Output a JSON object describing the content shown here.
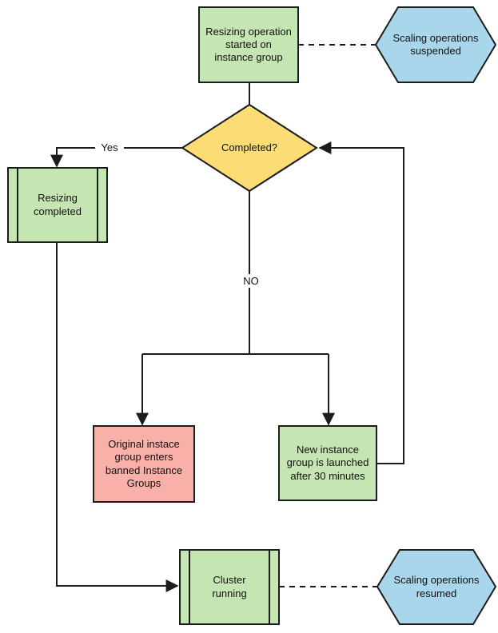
{
  "diagram": {
    "type": "flowchart",
    "colors": {
      "process_fill": "#c5e5b2",
      "decision_fill": "#fcdc74",
      "event_fill": "#aad6eb",
      "error_fill": "#f9b0a9",
      "stroke": "#1c1c1c",
      "background": "#ffffff"
    },
    "nodes": {
      "resizing_started": {
        "shape": "process",
        "label": "Resizing operation\nstarted on\ninstance group"
      },
      "scaling_suspended": {
        "shape": "hexagon",
        "label": "Scaling operations\nsuspended"
      },
      "completed": {
        "shape": "decision",
        "label": "Completed?"
      },
      "resizing_completed": {
        "shape": "predefined-process",
        "label": "Resizing\ncompleted"
      },
      "banned_group": {
        "shape": "process",
        "label": "Original instace\ngroup enters\nbanned Instance\nGroups"
      },
      "new_group": {
        "shape": "process",
        "label": "New instance\ngroup is launched\nafter 30 minutes"
      },
      "cluster_running": {
        "shape": "predefined-process",
        "label": "Cluster\nrunning"
      },
      "scaling_resumed": {
        "shape": "hexagon",
        "label": "Scaling operations\nresumed"
      }
    },
    "edge_labels": {
      "yes": "Yes",
      "no": "NO"
    }
  }
}
